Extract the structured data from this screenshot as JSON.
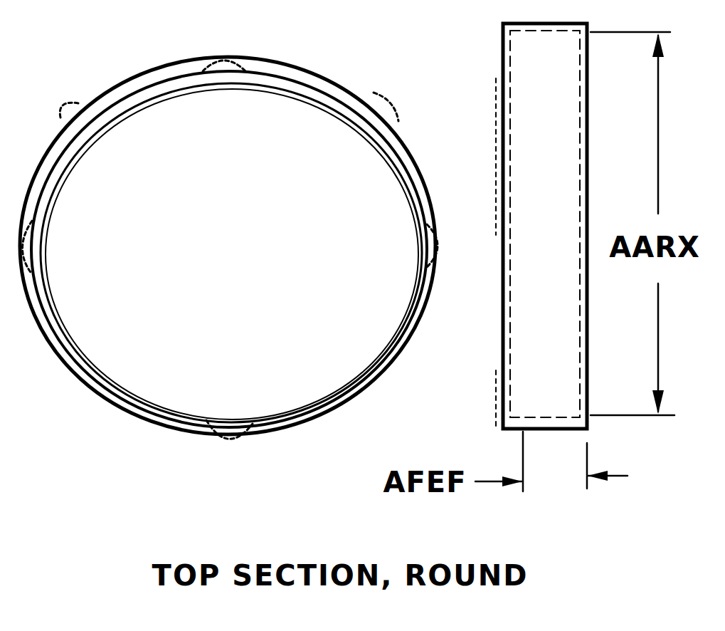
{
  "diagram": {
    "caption": "TOP SECTION, ROUND",
    "labels": [
      "AARX",
      "AFEF"
    ]
  }
}
